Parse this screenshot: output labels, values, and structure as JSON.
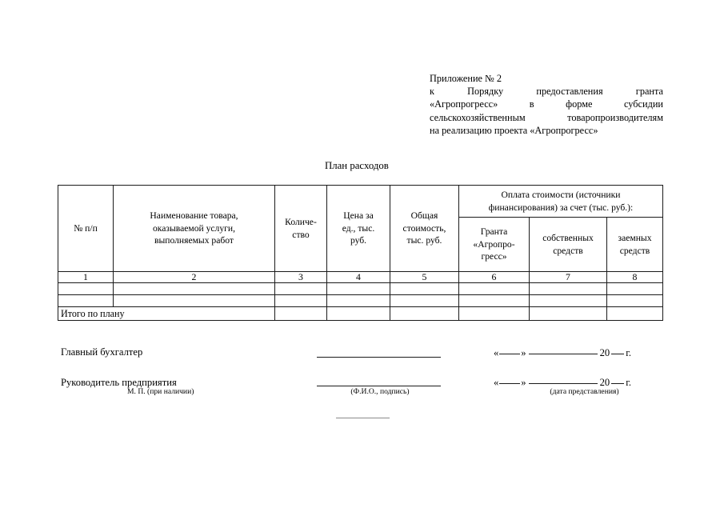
{
  "header": {
    "lines": [
      "Приложение № 2",
      "к Порядку предоставления гранта",
      "«Агропрогресс» в форме субсидии",
      "сельскохозяйственным товаропроизводителям",
      "на реализацию проекта «Агропрогресс»"
    ]
  },
  "doc_title": "План расходов",
  "table": {
    "headers": {
      "col1": "№ п/п",
      "col2": "Наименование товара,\nоказываемой услуги,\nвыполняемых работ",
      "col2_line1": "Наименование товара,",
      "col2_line2": "оказываемой услуги,",
      "col2_line3": "выполняемых работ",
      "col3_line1": "Количе-",
      "col3_line2": "ство",
      "col4_line1": "Цена за",
      "col4_line2": "ед., тыс.",
      "col4_line3": "руб.",
      "col5_line1": "Общая",
      "col5_line2": "стоимость,",
      "col5_line3": "тыс. руб.",
      "group_line1": "Оплата стоимости (источники",
      "group_line2": "финансирования) за счет (тыс. руб.):",
      "col6_line1": "Гранта",
      "col6_line2": "«Агропро-",
      "col6_line3": "гресс»",
      "col7_line1": "собственных",
      "col7_line2": "средств",
      "col8_line1": "заемных",
      "col8_line2": "средств"
    },
    "column_numbers": [
      "1",
      "2",
      "3",
      "4",
      "5",
      "6",
      "7",
      "8"
    ],
    "data_rows": [
      [
        "",
        "",
        "",
        "",
        "",
        "",
        "",
        ""
      ],
      [
        "",
        "",
        "",
        "",
        "",
        "",
        "",
        ""
      ]
    ],
    "total_label": "Итого по плану"
  },
  "signatures": {
    "accountant_label": "Главный бухгалтер",
    "director_label": "Руководитель предприятия",
    "mp_note": "М. П. (при наличии)",
    "fio_note": "(Ф.И.О., подпись)",
    "date_note": "(дата представления)",
    "date_quote_open": "«",
    "date_quote_close": "»",
    "date_year_prefix": "20",
    "date_year_suffix": "г."
  }
}
